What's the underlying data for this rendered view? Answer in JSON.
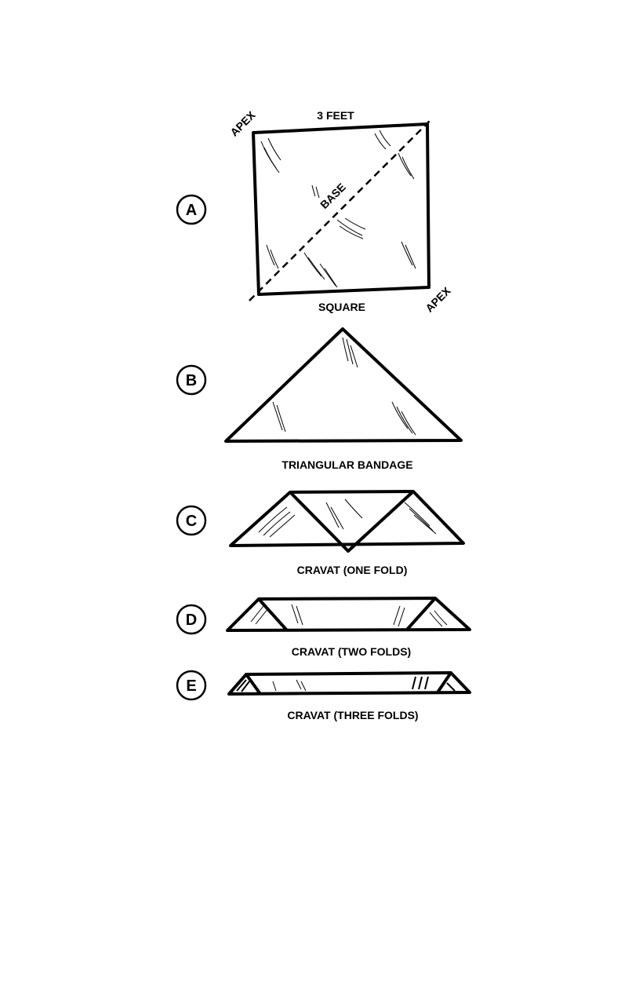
{
  "figure": {
    "panels": [
      {
        "letter": "A",
        "caption": "SQUARE",
        "top_label": "3 FEET",
        "apex_label": "APEX",
        "base_label": "BASE"
      },
      {
        "letter": "B",
        "caption": "TRIANGULAR BANDAGE"
      },
      {
        "letter": "C",
        "caption": "CRAVAT (ONE FOLD)"
      },
      {
        "letter": "D",
        "caption": "CRAVAT (TWO FOLDS)"
      },
      {
        "letter": "E",
        "caption": "CRAVAT (THREE FOLDS)"
      }
    ]
  }
}
